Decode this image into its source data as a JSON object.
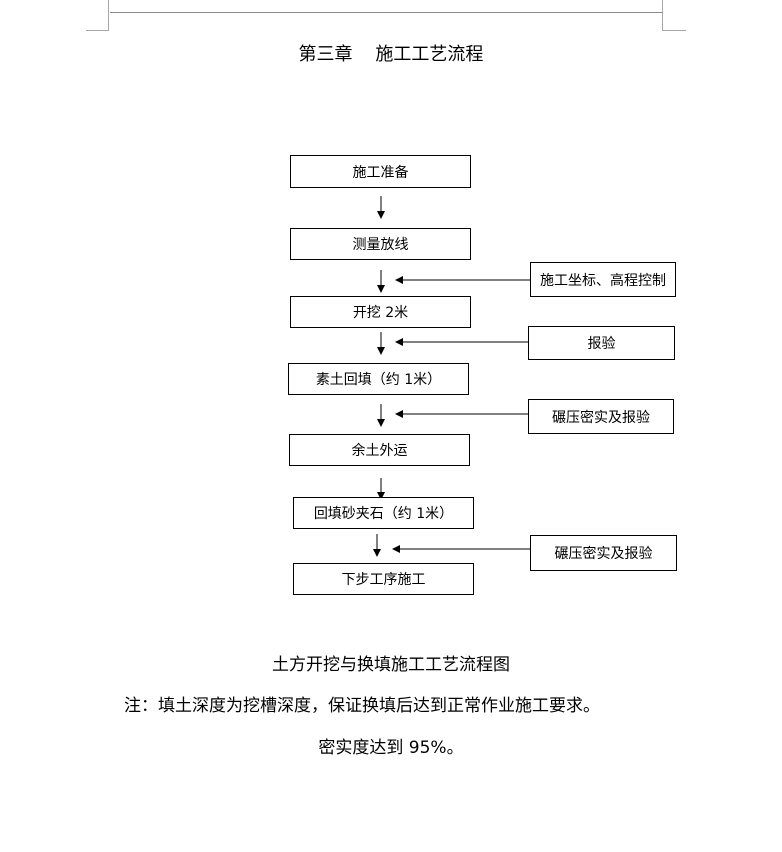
{
  "document": {
    "chapter_title": "第三章    施工工艺流程"
  },
  "flowchart": {
    "main_steps": [
      "施工准备",
      "测量放线",
      "开挖 2米",
      "素土回填（约 1米）",
      "余土外运",
      "回填砂夹石（约 1米）",
      "下步工序施工"
    ],
    "side_inputs": [
      "施工坐标、高程控制",
      "报验",
      "碾压密实及报验",
      "碾压密实及报验"
    ]
  },
  "captions": {
    "figure_title": "土方开挖与换填施工工艺流程图",
    "note": "注：填土深度为挖槽深度，保证换填后达到正常作业施工要求。",
    "compaction": "密实度达到 95%。"
  }
}
